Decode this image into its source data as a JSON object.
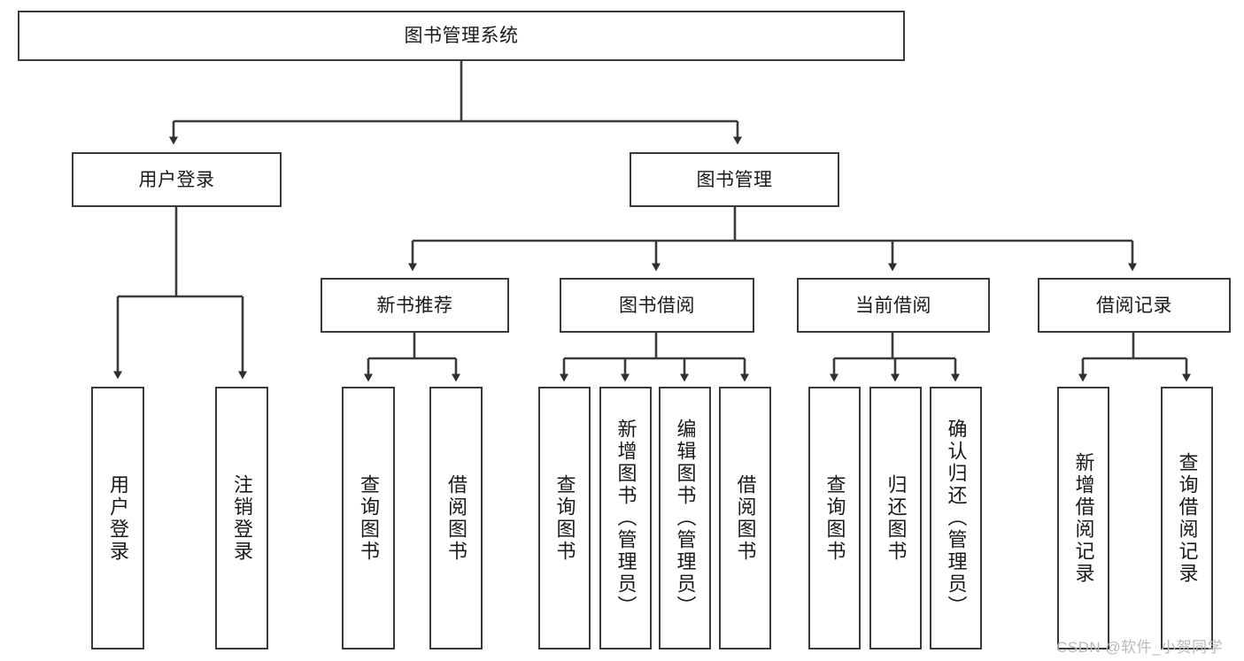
{
  "diagram": {
    "title": "图书管理系统",
    "type": "hierarchy-tree",
    "theme": {
      "background": "#ffffff",
      "stroke": "#3a3a3a",
      "text": "#1a1a1a",
      "watermark": "#b9b9b9"
    },
    "root": {
      "label": "图书管理系统"
    },
    "level2": [
      {
        "label": "用户登录"
      },
      {
        "label": "图书管理"
      }
    ],
    "level3": [
      {
        "label": "新书推荐"
      },
      {
        "label": "图书借阅"
      },
      {
        "label": "当前借阅"
      },
      {
        "label": "借阅记录"
      }
    ],
    "leaves": {
      "user_login": [
        {
          "label": "用户登录"
        },
        {
          "label": "注销登录"
        }
      ],
      "new_book": [
        {
          "label": "查询图书"
        },
        {
          "label": "借阅图书"
        }
      ],
      "book_borrow": [
        {
          "label": "查询图书"
        },
        {
          "label": "新增图书（管理员）"
        },
        {
          "label": "编辑图书（管理员）"
        },
        {
          "label": "借阅图书"
        }
      ],
      "current_borrow": [
        {
          "label": "查询图书"
        },
        {
          "label": "归还图书"
        },
        {
          "label": "确认归还（管理员）"
        }
      ],
      "borrow_record": [
        {
          "label": "新增借阅记录"
        },
        {
          "label": "查询借阅记录"
        }
      ]
    }
  },
  "watermark": {
    "text": "CSDN @软件_小贺同学"
  }
}
